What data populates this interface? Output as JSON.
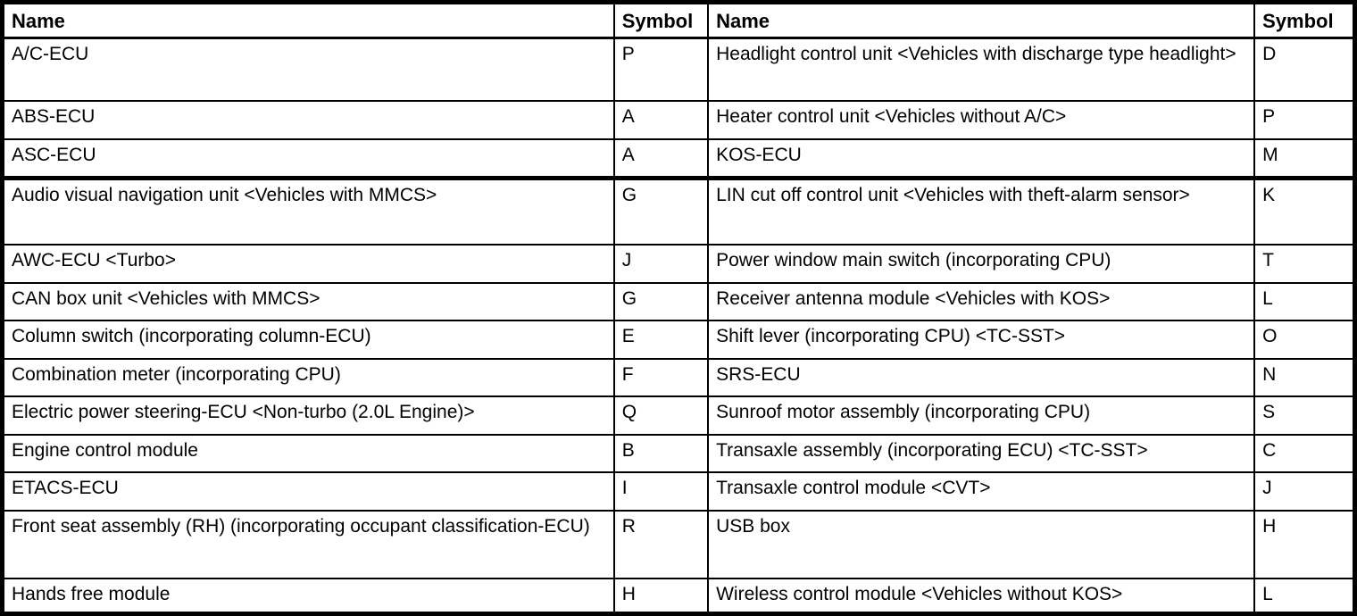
{
  "colors": {
    "border": "#000000",
    "background": "#ffffff",
    "text": "#000000"
  },
  "table": {
    "columns": [
      "Name",
      "Symbol",
      "Name",
      "Symbol"
    ],
    "rows": [
      {
        "cells": [
          "A/C-ECU",
          "P",
          "Headlight control unit <Vehicles with discharge type headlight>",
          "D"
        ],
        "h": 68,
        "thickBottom": false
      },
      {
        "cells": [
          "ABS-ECU",
          "A",
          "Heater control unit <Vehicles without A/C>",
          "P"
        ],
        "h": 42,
        "thickBottom": false
      },
      {
        "cells": [
          "ASC-ECU",
          "A",
          "KOS-ECU",
          "M"
        ],
        "h": 42,
        "thickBottom": true
      },
      {
        "cells": [
          "Audio visual navigation unit <Vehicles with MMCS>",
          "G",
          "LIN cut off control unit <Vehicles with theft-alarm sensor>",
          "K"
        ],
        "h": 72,
        "thickBottom": false
      },
      {
        "cells": [
          "AWC-ECU <Turbo>",
          "J",
          "Power window main switch (incorporating CPU)",
          "T"
        ],
        "h": 41,
        "thickBottom": false
      },
      {
        "cells": [
          "CAN box unit <Vehicles with MMCS>",
          "G",
          "Receiver antenna module <Vehicles with KOS>",
          "L"
        ],
        "h": 41,
        "thickBottom": false
      },
      {
        "cells": [
          "Column switch (incorporating column-ECU)",
          "E",
          "Shift lever (incorporating CPU) <TC-SST>",
          "O"
        ],
        "h": 41,
        "thickBottom": false
      },
      {
        "cells": [
          "Combination meter (incorporating CPU)",
          "F",
          "SRS-ECU",
          "N"
        ],
        "h": 41,
        "thickBottom": false
      },
      {
        "cells": [
          "Electric power steering-ECU <Non-turbo (2.0L Engine)>",
          "Q",
          "Sunroof motor assembly (incorporating CPU)",
          "S"
        ],
        "h": 41,
        "thickBottom": false
      },
      {
        "cells": [
          "Engine control module",
          "B",
          "Transaxle assembly (incorporating ECU) <TC-SST>",
          "C"
        ],
        "h": 41,
        "thickBottom": false
      },
      {
        "cells": [
          "ETACS-ECU",
          "I",
          "Transaxle control module <CVT>",
          "J"
        ],
        "h": 41,
        "thickBottom": false
      },
      {
        "cells": [
          "Front seat assembly (RH) (incorporating occupant classification-ECU)",
          "R",
          "USB box",
          "H"
        ],
        "h": 74,
        "thickBottom": false
      },
      {
        "cells": [
          "Hands free module",
          "H",
          "Wireless control module <Vehicles without KOS>",
          "L"
        ],
        "h": 36,
        "thickBottom": false
      }
    ]
  }
}
